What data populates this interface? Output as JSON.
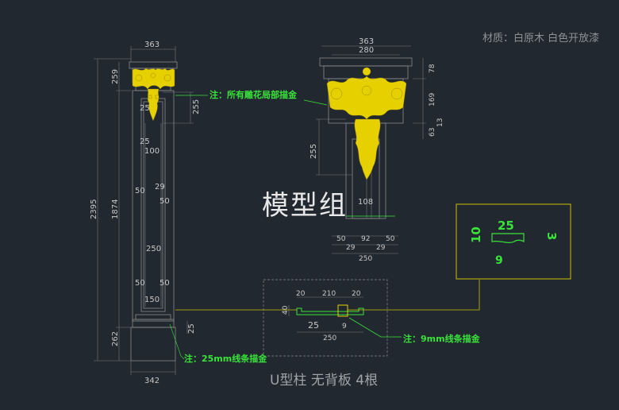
{
  "material": "材质：白原木 白色开放漆",
  "watermark": "模型组",
  "caption": "U型柱 无背板 4根",
  "notes": {
    "carving": "注：所有雕花局部描金",
    "line25": "注：25mm线条描金",
    "line9": "注：9mm线条描金"
  },
  "left_dims": {
    "top_width": "363",
    "bottom_width": "342",
    "total_height": "2395",
    "shaft_height": "1874",
    "cap_height": "259",
    "base_height": "262",
    "carving_drop": "255",
    "d25a": "25",
    "d25b": "25",
    "d100": "100",
    "d29": "29",
    "d50a": "50",
    "d50b": "50",
    "d250": "250",
    "d50c": "50",
    "d50d": "50",
    "d150": "150",
    "d25c": "25"
  },
  "cap_dims": {
    "w363": "363",
    "w280": "280",
    "h78": "78",
    "h169": "169",
    "h63": "63",
    "h13": "13",
    "h255": "255",
    "w108": "108",
    "b50a": "50",
    "b92": "92",
    "b50b": "50",
    "b29a": "29",
    "b29b": "29",
    "b250": "250"
  },
  "section_dims": {
    "d20a": "20",
    "d210": "210",
    "d20b": "20",
    "d40": "40",
    "d25": "25",
    "d9": "9",
    "d250": "250"
  },
  "detail_dims": {
    "d25": "25",
    "d10": "10",
    "d3": "3",
    "d9": "9"
  },
  "colors": {
    "background": "#212830",
    "note_green": "#39e339",
    "gold": "#e6d000",
    "detail_frame": "#c8c000"
  }
}
